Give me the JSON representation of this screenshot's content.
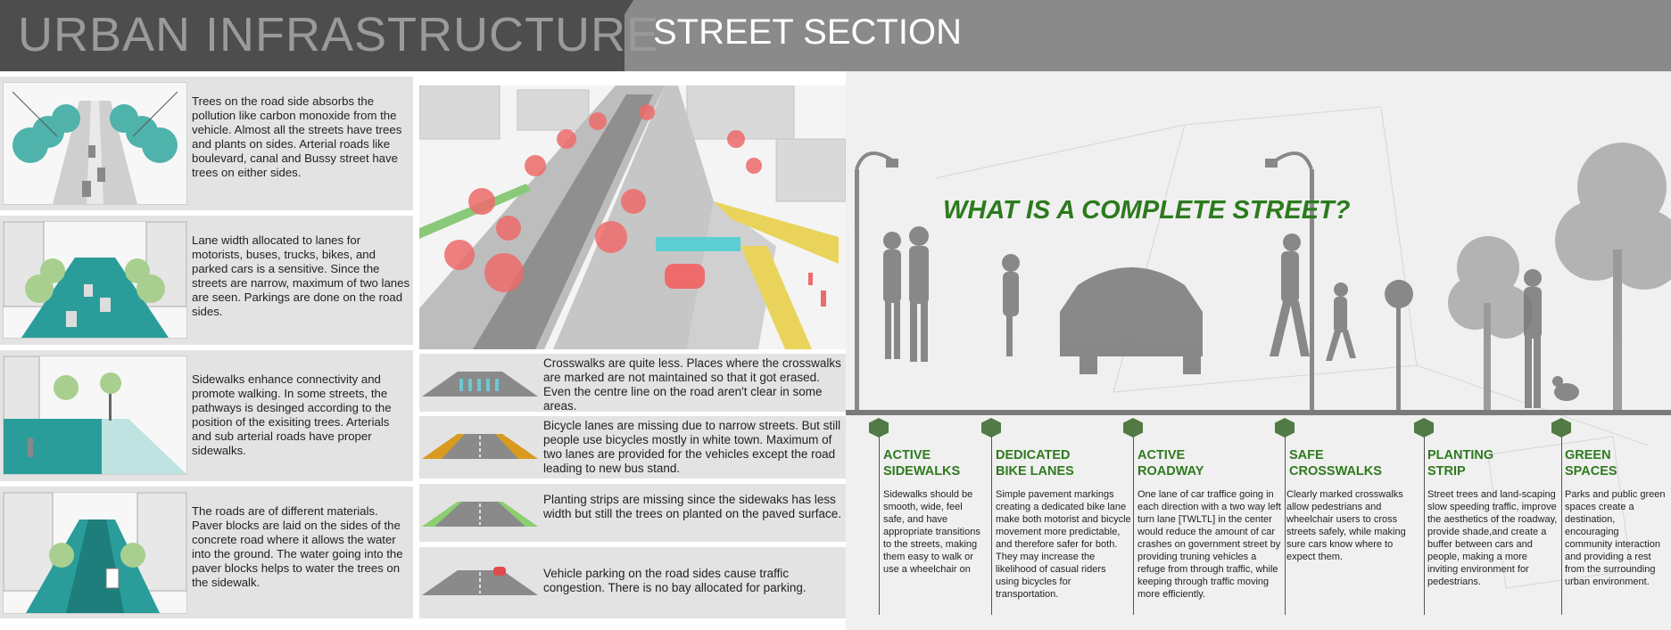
{
  "header": {
    "left_title": "URBAN INFRASTRUCTURE",
    "right_title": "STREET SECTION"
  },
  "left_cards": [
    {
      "text": "Trees on the road side absorbs the pollution like carbon monoxide from the vehicle. Almost all the streets have trees and plants on sides. Arterial roads like boulevard, canal and Bussy street have trees on either sides."
    },
    {
      "text": "Lane width allocated to lanes for motorists, buses, trucks, bikes, and parked cars is a sensitive. Since the streets are narrow, maximum of two lanes are seen. Parkings are done on the road sides."
    },
    {
      "text": "Sidewalks enhance connectivity and promote walking. In some streets, the pathways is desinged according to the position of the exisiting trees. Arterials and sub arterial roads have proper sidewalks."
    },
    {
      "text": "The roads are of different materials. Paver blocks are laid on the sides of the concrete road where it allows the water into the ground. The water going into the paver blocks helps to  water the trees on the sidewalk."
    }
  ],
  "mid_cards": [
    {
      "text": "Crosswalks are quite less. Places where the crosswalks are marked are not maintained so that it got erased. Even the centre line on the road aren't clear in some areas."
    },
    {
      "text": "Bicycle lanes are missing due to narrow streets. But still people use bicycles mostly in white town. Maximum of two lanes are provided for the vehicles except the road leading to new bus stand."
    },
    {
      "text": "Planting strips are missing since the sidewaks has less width but still the trees on planted on the paved surface."
    },
    {
      "text": "Vehicle parking on the road sides cause traffic congestion. There is no bay allocated for parking."
    }
  ],
  "complete_street": {
    "question": "WHAT IS A COMPLETE STREET?",
    "features": [
      {
        "title_1": "ACTIVE",
        "title_2": "SIDEWALKS",
        "body": "Sidewalks should be smooth, wide, feel safe, and have appropriate transitions to the streets, making them easy to walk or use a wheelchair on"
      },
      {
        "title_1": "DEDICATED",
        "title_2": "BIKE LANES",
        "body": "Simple pavement markings creating a dedicated bike lane make both motorist and bicycle movement more predictable, and therefore safer for both. They may increase the likelihood of casual riders using bicycles for transportation."
      },
      {
        "title_1": "ACTIVE",
        "title_2": "ROADWAY",
        "body": "One lane of car traffice going in each direction with a two way left turn lane [TWLTL] in the center would reduce the amount of car crashes on government street by providing truning vehicles a refuge from through traffic, while keeping through traffic moving more efficiently."
      },
      {
        "title_1": "SAFE",
        "title_2": "CROSSWALKS",
        "body": "Clearly marked crosswalks allow pedestrians and wheelchair users to cross streets safely, while making sure cars know where to expect them."
      },
      {
        "title_1": "PLANTING",
        "title_2": "STRIP",
        "body": "Street trees and land-scaping slow speeding traffic, improve the aesthetics of the roadway, provide shade,and create a buffer between cars and people, making a more inviting environment for pedestrians."
      },
      {
        "title_1": "GREEN",
        "title_2": "SPACES",
        "body": "Parks and public green spaces create a destination, encouraging community interaction and providing a rest from the surrounding urban environment."
      }
    ]
  },
  "colors": {
    "header_dark": "#4d4d4d",
    "header_light": "#8a8a8a",
    "accent_green": "#2c7a1e",
    "teal": "#2a9d9a",
    "tree_red": "#ee6b6b"
  }
}
